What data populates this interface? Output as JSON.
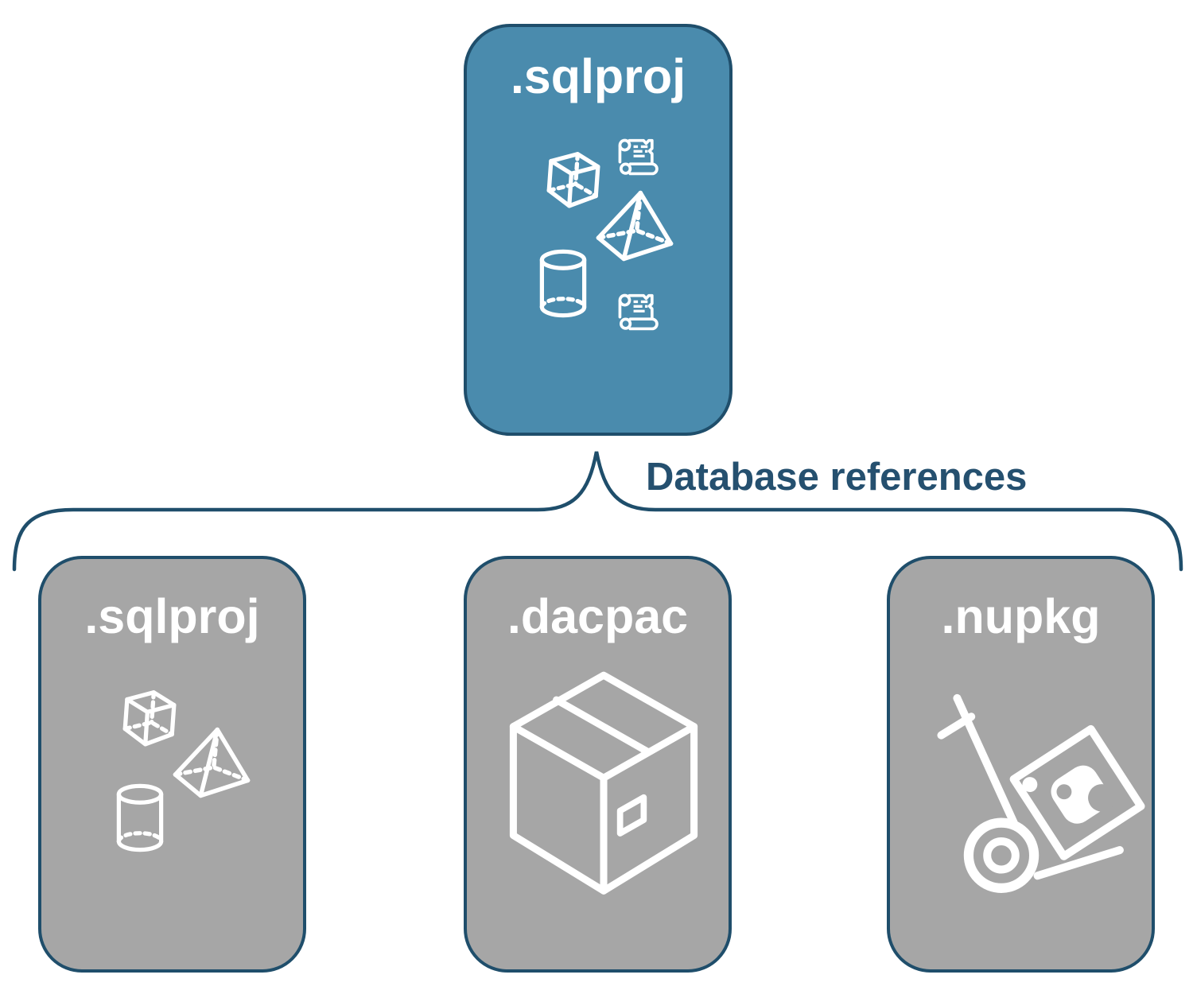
{
  "diagram": {
    "root_card": {
      "label": ".sqlproj",
      "icons": [
        "cube",
        "scroll",
        "pyramid",
        "cylinder",
        "scroll"
      ]
    },
    "connector_label": "Database references",
    "child_cards": [
      {
        "label": ".sqlproj",
        "icons": [
          "cube",
          "pyramid",
          "cylinder"
        ]
      },
      {
        "label": ".dacpac",
        "icons": [
          "package-box"
        ]
      },
      {
        "label": ".nupkg",
        "icons": [
          "hand-truck-with-nuget-package"
        ]
      }
    ]
  },
  "colors": {
    "accent": "#4A8BAD",
    "card": "#A6A6A6",
    "outline": "#1F4E6B",
    "label": "#25506F",
    "icon": "#FFFFFF"
  }
}
